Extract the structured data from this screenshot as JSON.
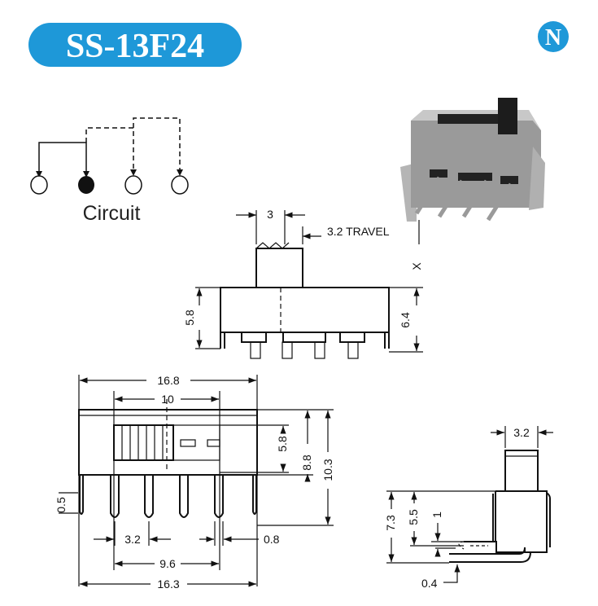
{
  "title": "SS-13F24",
  "brand_logo": "N",
  "brand_color": "#1e98d8",
  "circuit": {
    "label": "Circuit"
  },
  "front_view": {
    "actuator_width": "3",
    "travel": "3.2 TRAVEL",
    "x_label": "X",
    "body_height": "5.8",
    "total_height": "6.4"
  },
  "bottom_view": {
    "overall_length": "16.8",
    "slot_length": "10",
    "dim_5_8": "5.8",
    "dim_8_8": "8.8",
    "dim_10_3": "10.3",
    "pin_width": "0.5",
    "pitch": "3.2",
    "pin_thickness": "0.8",
    "pin_span": "9.6",
    "pin_total": "16.3"
  },
  "side_view": {
    "actuator_width": "3.2",
    "height": "7.3",
    "pin_height": "5.5",
    "offset": "1",
    "thickness": "0.4"
  }
}
